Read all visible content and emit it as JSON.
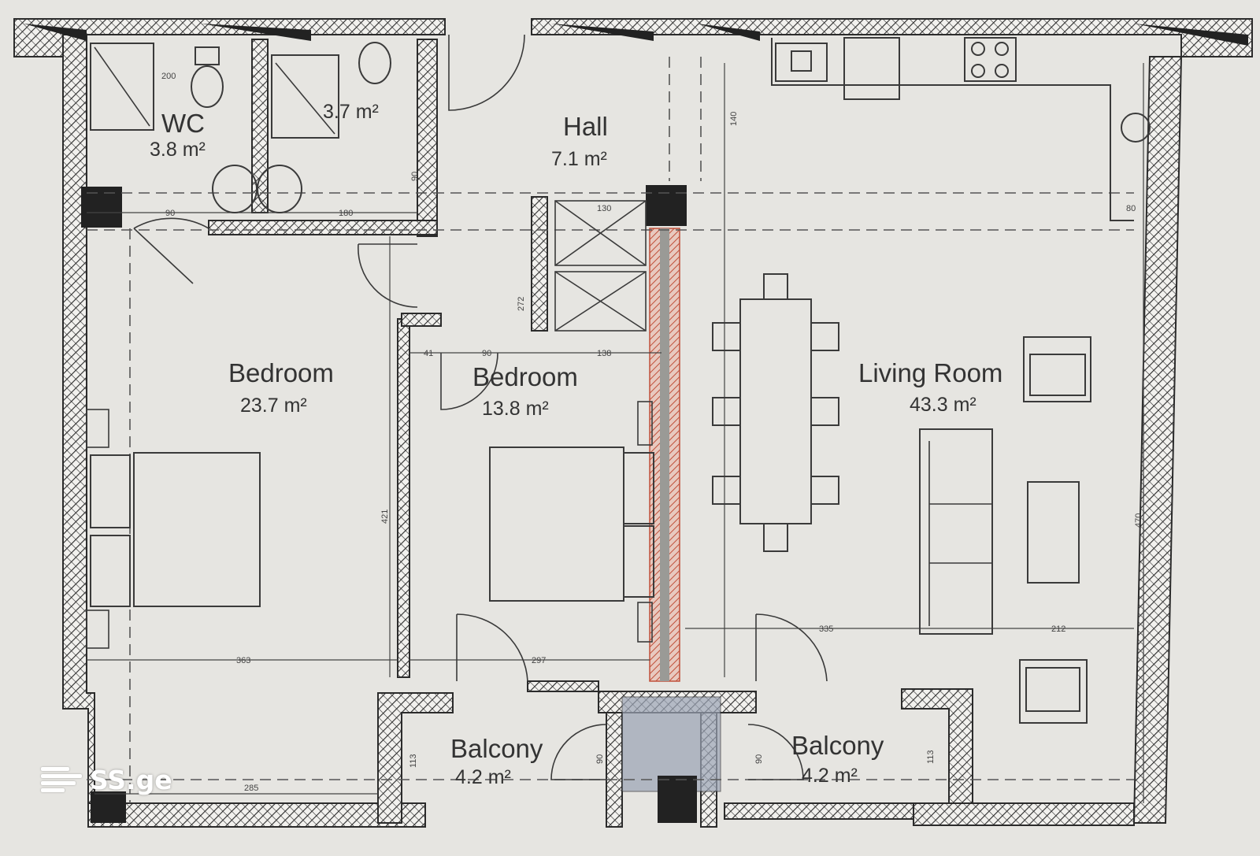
{
  "rooms": [
    {
      "id": "wc",
      "name": "WC",
      "area": "3.8 m²"
    },
    {
      "id": "bath",
      "name": "",
      "area": "3.7 m²"
    },
    {
      "id": "hall",
      "name": "Hall",
      "area": "7.1 m²"
    },
    {
      "id": "bedroom1",
      "name": "Bedroom",
      "area": "23.7 m²"
    },
    {
      "id": "bedroom2",
      "name": "Bedroom",
      "area": "13.8 m²"
    },
    {
      "id": "living",
      "name": "Living Room",
      "area": "43.3 m²"
    },
    {
      "id": "balcony1",
      "name": "Balcony",
      "area": "4.2 m²"
    },
    {
      "id": "balcony2",
      "name": "Balcony",
      "area": "4.2 m²"
    }
  ],
  "dimensions": [
    "200",
    "90",
    "180",
    "130",
    "80",
    "41",
    "90",
    "138",
    "363",
    "297",
    "335",
    "212",
    "285",
    "113",
    "113",
    "140",
    "90",
    "272",
    "421",
    "470",
    "90",
    "90"
  ],
  "watermark": {
    "text": "SS.ge"
  },
  "colors": {
    "wall_hatch": "#2b2b2b",
    "red_partition": "#c0503a",
    "glass": "#9aa3b4",
    "background": "#e6e5e1"
  }
}
